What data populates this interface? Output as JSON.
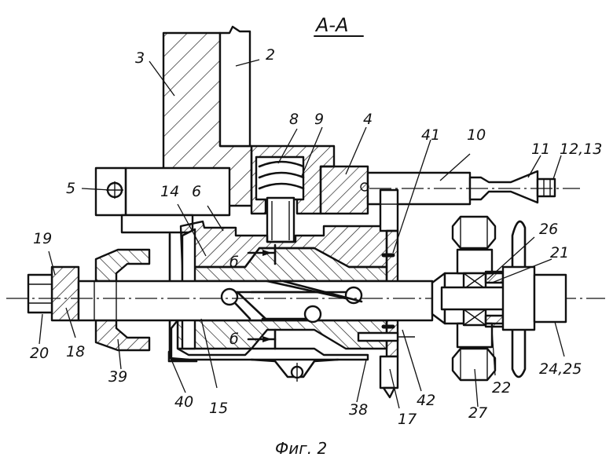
{
  "section_label": "A-A",
  "caption": "Фиг. 2",
  "callouts": {
    "c2": "2",
    "c3": "3",
    "c4": "4",
    "c5": "5",
    "c6": "6",
    "c8": "8",
    "c9": "9",
    "c10": "10",
    "c11": "11",
    "c12_13": "12,13",
    "c14": "14",
    "c15": "15",
    "c17": "17",
    "c18": "18",
    "c19": "19",
    "c20": "20",
    "c21": "21",
    "c22": "22",
    "c24_25": "24,25",
    "c26": "26",
    "c27": "27",
    "c38": "38",
    "c39": "39",
    "c40": "40",
    "c41": "41",
    "c42": "42"
  },
  "section_marks": {
    "upper": "б",
    "lower": "б"
  }
}
